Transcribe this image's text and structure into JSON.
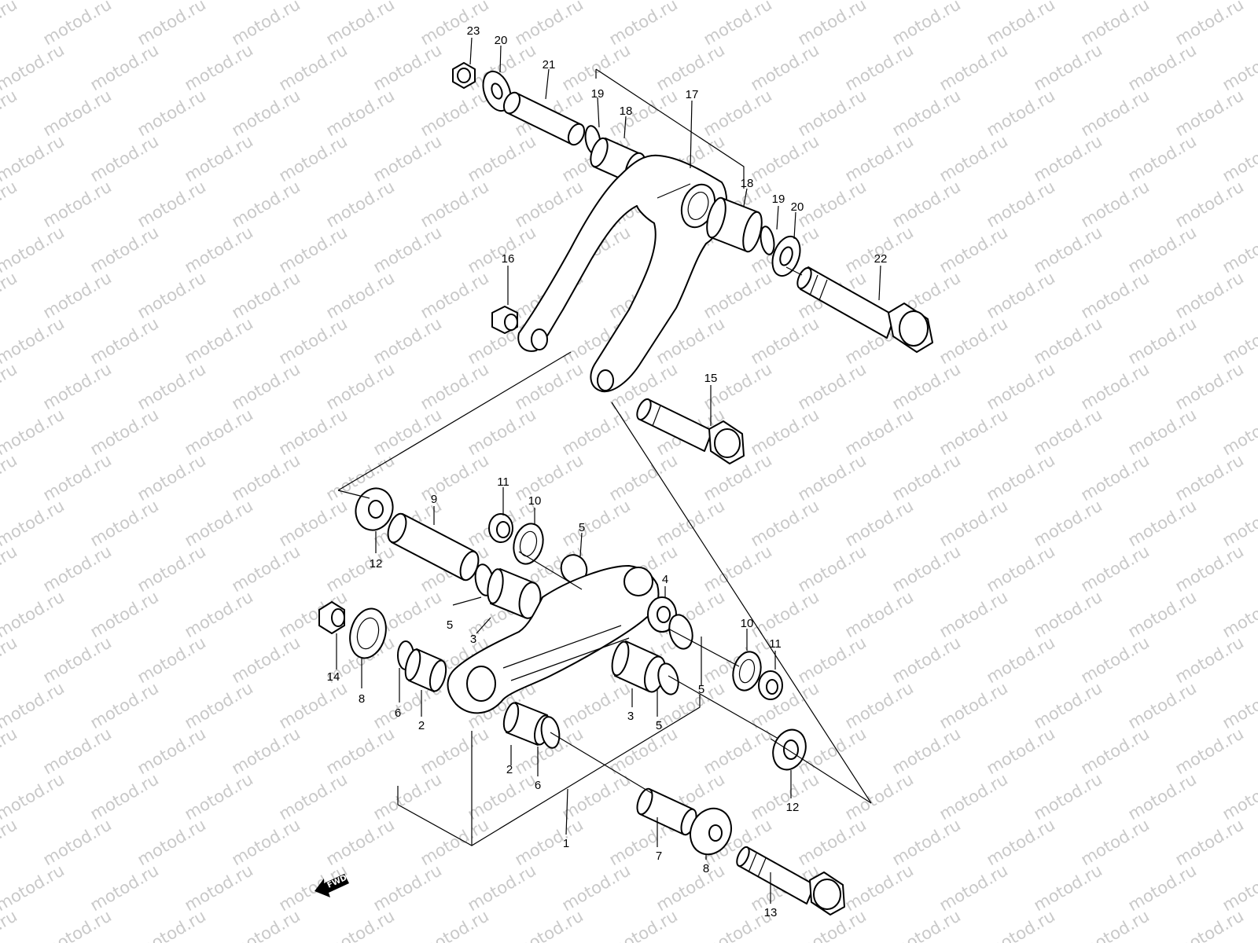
{
  "watermark": {
    "text": "motod.ru"
  },
  "fwd_arrow": {
    "label": "FWD"
  },
  "callouts": [
    {
      "id": "c23",
      "num": "23"
    },
    {
      "id": "c20a",
      "num": "20"
    },
    {
      "id": "c21",
      "num": "21"
    },
    {
      "id": "c19a",
      "num": "19"
    },
    {
      "id": "c18a",
      "num": "18"
    },
    {
      "id": "c17",
      "num": "17"
    },
    {
      "id": "c18b",
      "num": "18"
    },
    {
      "id": "c19b",
      "num": "19"
    },
    {
      "id": "c20b",
      "num": "20"
    },
    {
      "id": "c22",
      "num": "22"
    },
    {
      "id": "c16",
      "num": "16"
    },
    {
      "id": "c15",
      "num": "15"
    },
    {
      "id": "c11a",
      "num": "11"
    },
    {
      "id": "c10a",
      "num": "10"
    },
    {
      "id": "c9",
      "num": "9"
    },
    {
      "id": "c5a",
      "num": "5"
    },
    {
      "id": "c12a",
      "num": "12"
    },
    {
      "id": "c4",
      "num": "4"
    },
    {
      "id": "c5b",
      "num": "5"
    },
    {
      "id": "c3a",
      "num": "3"
    },
    {
      "id": "c14",
      "num": "14"
    },
    {
      "id": "c8a",
      "num": "8"
    },
    {
      "id": "c6a",
      "num": "6"
    },
    {
      "id": "c2a",
      "num": "2"
    },
    {
      "id": "c10b",
      "num": "10"
    },
    {
      "id": "c11b",
      "num": "11"
    },
    {
      "id": "c5c",
      "num": "5"
    },
    {
      "id": "c3b",
      "num": "3"
    },
    {
      "id": "c5d",
      "num": "5"
    },
    {
      "id": "c2b",
      "num": "2"
    },
    {
      "id": "c6b",
      "num": "6"
    },
    {
      "id": "c12b",
      "num": "12"
    },
    {
      "id": "c1",
      "num": "1"
    },
    {
      "id": "c7",
      "num": "7"
    },
    {
      "id": "c8b",
      "num": "8"
    },
    {
      "id": "c13",
      "num": "13"
    }
  ]
}
